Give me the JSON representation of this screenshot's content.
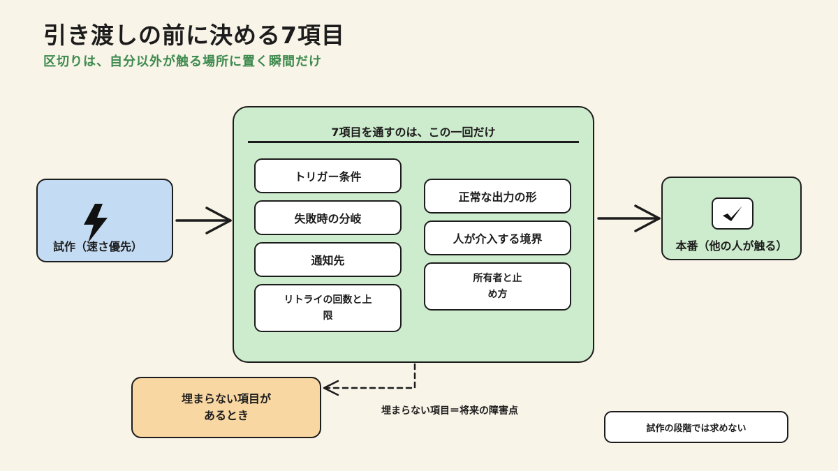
{
  "title": "引き渡しの前に決める7項目",
  "subtitle": "区切りは、自分以外が触る場所に置く瞬間だけ",
  "left_node": {
    "label": "試作（速さ優先）",
    "icon": "lightning-bolt-icon"
  },
  "center_node": {
    "title": "7項目を通すのは、この一回だけ",
    "items_left": [
      "トリガー条件",
      "失敗時の分岐",
      "通知先",
      "リトライの回数と上限"
    ],
    "items_right": [
      "正常な出力の形",
      "人が介入する境界",
      "所有者と止め方"
    ]
  },
  "right_node": {
    "label": "本番（他の人が触る）",
    "icon": "checkmark-icon"
  },
  "branch_node": {
    "line1": "埋まらない項目が",
    "line2": "あるとき"
  },
  "branch_label": "埋まらない項目＝将来の障害点",
  "note": "試作の段階では求めない",
  "colors": {
    "background": "#f9f4e8",
    "subtitle": "#3d8a4e",
    "blue_node": "#c3dcf4",
    "green_node": "#cdebcd",
    "orange_node": "#f8d7a3",
    "outline": "#1c1c1c"
  }
}
